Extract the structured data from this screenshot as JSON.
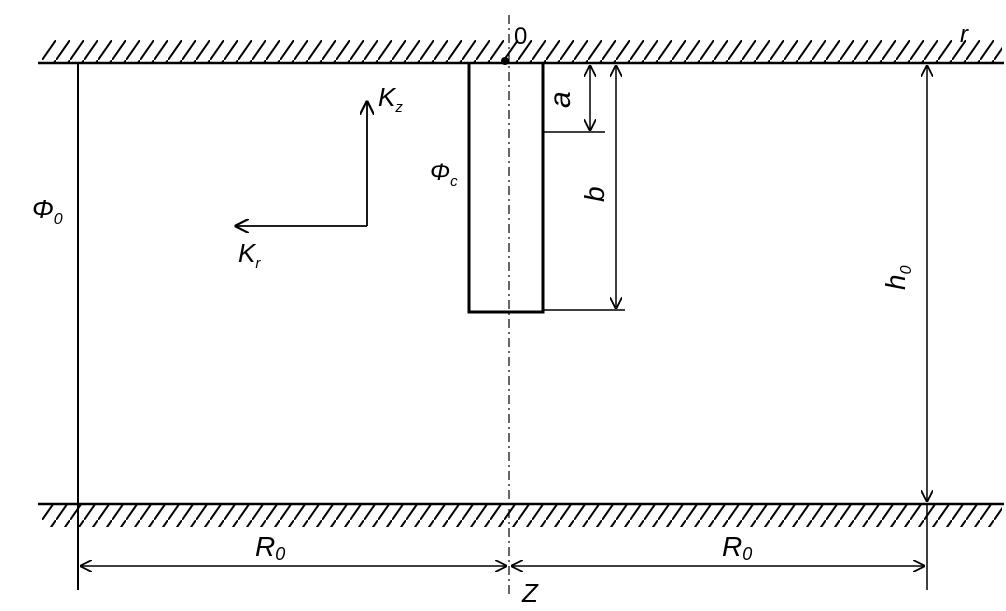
{
  "labels": {
    "origin": "0",
    "r_axis": "r",
    "z_axis": "Z",
    "phi": "Φ",
    "phi0_sub": "0",
    "phic_sub": "c",
    "k": "K",
    "kz_sub": "z",
    "kr_sub": "r",
    "a": "a",
    "b": "b",
    "h": "h",
    "h0_sub": "0",
    "R": "R",
    "R0_sub": "0",
    "R0_right_sub": "0"
  },
  "colors": {
    "ink": "#000000",
    "paper": "#ffffff"
  }
}
